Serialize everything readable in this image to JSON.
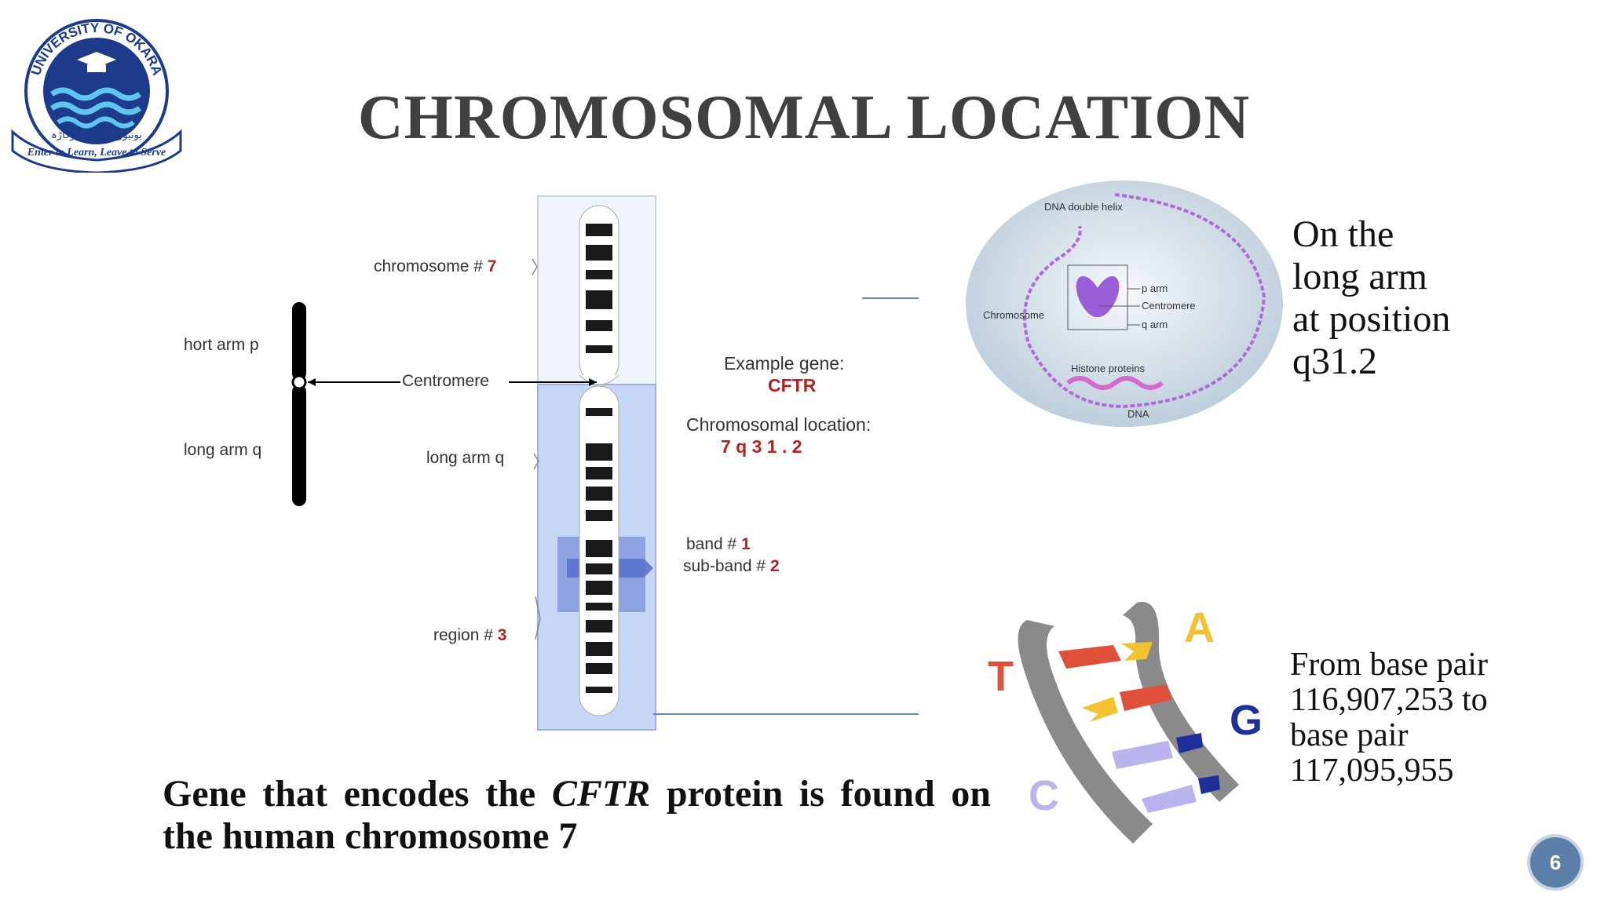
{
  "logo": {
    "top_text": "UNIVERSITY OF OKARA",
    "motto": "Enter to Learn, Leave to Serve",
    "urdu": "یونیورسٹی آف اوکاڑہ"
  },
  "title": "CHROMOSOMAL LOCATION",
  "diagram": {
    "chromosome_label": "chromosome #",
    "chromosome_num": "7",
    "short_arm": "hort arm p",
    "long_arm": "long arm q",
    "centromere": "Centromere",
    "long_arm_label": "long arm q",
    "example_gene": "Example gene:",
    "gene": "CFTR",
    "chrom_location": "Chromosomal location:",
    "location_code": "7  q  3  1  .  2",
    "band_label": "band #",
    "band_num": "1",
    "subband_label": "sub-band #",
    "subband_num": "2",
    "region_label": "region #",
    "region_num": "3"
  },
  "inset": {
    "dna_helix": "DNA double helix",
    "chromosome": "Chromosome",
    "p_arm": "p arm",
    "centromere": "Centromere",
    "q_arm": "q arm",
    "histone": "Histone proteins",
    "dna": "DNA"
  },
  "bases": {
    "t": "T",
    "a": "A",
    "g": "G",
    "c": "C"
  },
  "right_top": {
    "line1": "On the",
    "line2": "long arm",
    "line3": "at position",
    "line4": "q31.2"
  },
  "right_bottom": {
    "line1": "From base pair",
    "line2": "116,907,253 to",
    "line3": "base pair",
    "line4": "117,095,955"
  },
  "caption": {
    "part1": "Gene that encodes the ",
    "italic": "CFTR",
    "part2": " protein is found on the human chromosome 7"
  },
  "page_number": "6"
}
